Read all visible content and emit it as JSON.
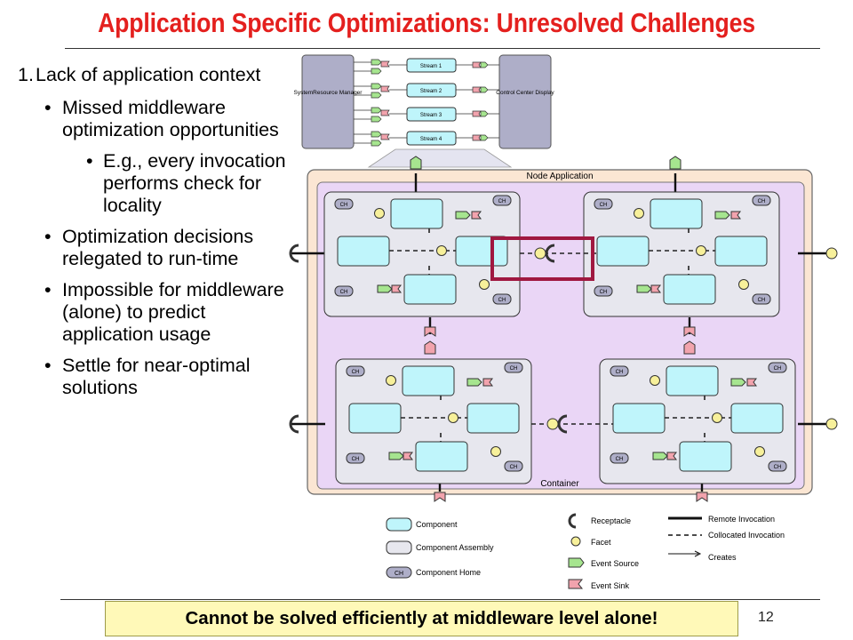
{
  "slide": {
    "title": "Application Specific Optimizations: Unresolved Challenges",
    "page_number": "12",
    "banner": "Cannot be solved efficiently at middleware level alone!"
  },
  "bullets": {
    "item1": {
      "number": "1.",
      "text": "Lack of application context"
    },
    "sub1": "Missed middleware optimization opportunities",
    "sub1_example": "E.g., every invocation performs check for locality",
    "sub2": "Optimization decisions relegated to run-time",
    "sub3": "Impossible for middleware (alone) to predict application usage",
    "sub4": "Settle for near-optimal solutions"
  },
  "diagram": {
    "system_manager": "SystemResource Manager",
    "control_display": "Control Center Display",
    "streams": [
      "Stream 1",
      "Stream 2",
      "Stream 3",
      "Stream 4"
    ],
    "node_application": "Node Application",
    "container": "Container",
    "home_label": "CH",
    "legend": {
      "component": "Component",
      "assembly": "Component Assembly",
      "home": "Component Home",
      "receptacle": "Receptacle",
      "facet": "Facet",
      "event_source": "Event Source",
      "event_sink": "Event Sink",
      "remote": "Remote Invocation",
      "collocated": "Collocated Invocation",
      "creates": "Creates"
    }
  },
  "colors": {
    "title": "#e4201e",
    "highlight": "#a01840",
    "node_fill": "#fbe6d3",
    "container_fill": "#ead6f6",
    "component_fill": "#bff5fb",
    "facet_fill": "#f7f09a",
    "source_fill": "#a6e58f",
    "sink_fill": "#f2a3ad",
    "banner_fill": "#fff9b8"
  }
}
